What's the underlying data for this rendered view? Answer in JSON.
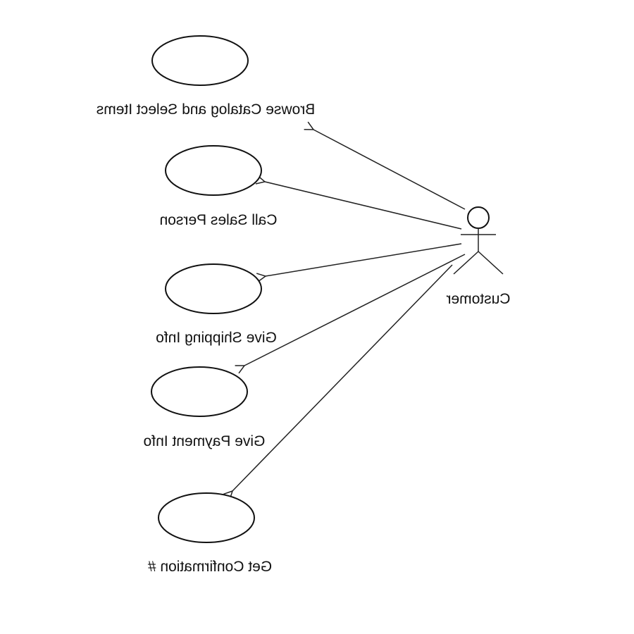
{
  "diagram": {
    "actor": {
      "name": "Customer"
    },
    "use_cases": [
      {
        "label": "Browse Catalog and Select Items"
      },
      {
        "label": "Call Sales Person"
      },
      {
        "label": "Give Shipping Info"
      },
      {
        "label": "Give Payment Info"
      },
      {
        "label": "Get Confirmation #"
      }
    ]
  }
}
